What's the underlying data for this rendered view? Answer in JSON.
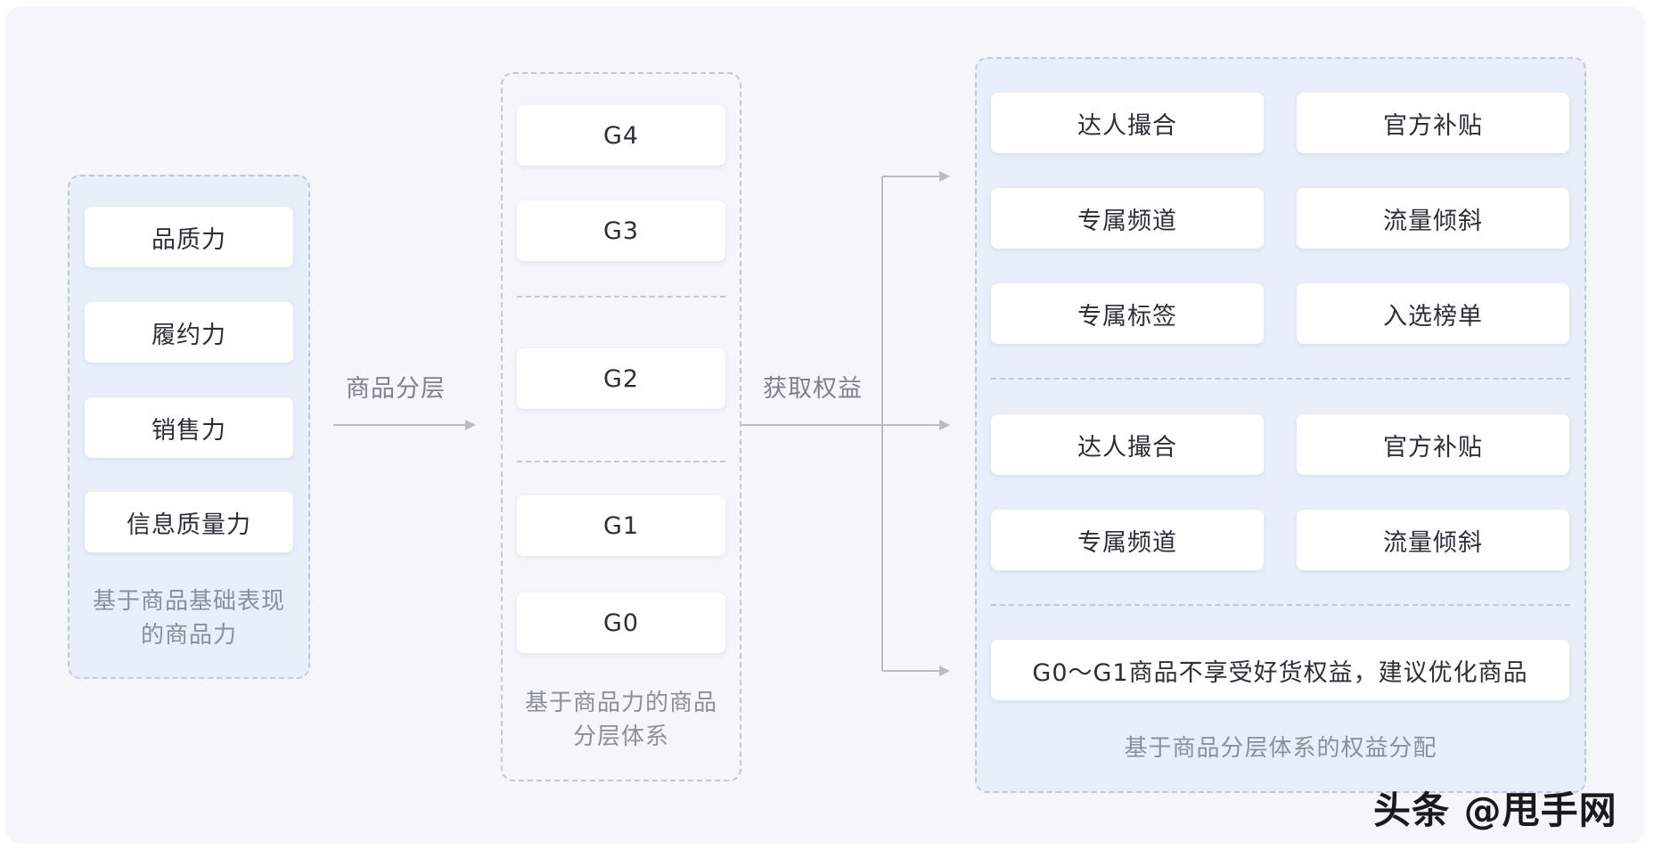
{
  "colors": {
    "canvas_bg": "#f4f6f9",
    "group_blue_bg": "#e8effb",
    "dashed_border": "#c3c9d3",
    "arrow": "#b8bdc5",
    "text": "#2b2f36",
    "caption": "#8a909b"
  },
  "left_group": {
    "items": [
      "品质力",
      "履约力",
      "销售力",
      "信息质量力"
    ],
    "caption_line1": "基于商品基础表现",
    "caption_line2": "的商品力"
  },
  "arrow1_label": "商品分层",
  "middle_group": {
    "tier_top": [
      "G4",
      "G3"
    ],
    "tier_mid": [
      "G2"
    ],
    "tier_bottom": [
      "G1",
      "G0"
    ],
    "caption_line1": "基于商品力的商品",
    "caption_line2": "分层体系"
  },
  "arrow2_label": "获取权益",
  "right_group": {
    "section1": [
      "达人撮合",
      "官方补贴",
      "专属频道",
      "流量倾斜",
      "专属标签",
      "入选榜单"
    ],
    "section2": [
      "达人撮合",
      "官方补贴",
      "专属频道",
      "流量倾斜"
    ],
    "section3_text": "G0～G1商品不享受好货权益，建议优化商品",
    "caption": "基于商品分层体系的权益分配"
  },
  "watermark": "头条 @甩手网"
}
